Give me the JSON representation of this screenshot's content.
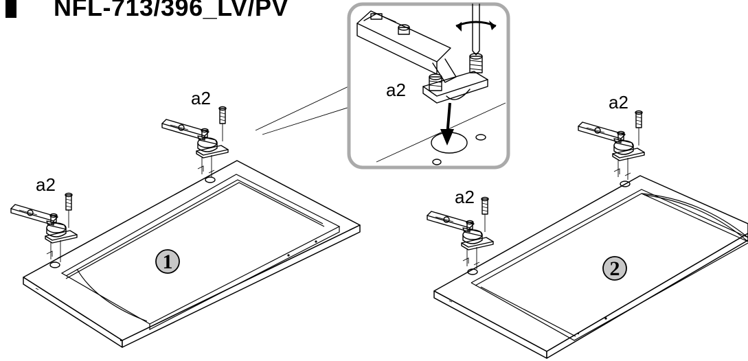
{
  "title": "NFL-713/396_LV/PV",
  "hinge_label": "a2",
  "steps": {
    "one": "1",
    "two": "2"
  },
  "icons": [
    "hinge-icon",
    "screw-icon",
    "rotation-arrow-icon",
    "insert-arrow-icon"
  ]
}
